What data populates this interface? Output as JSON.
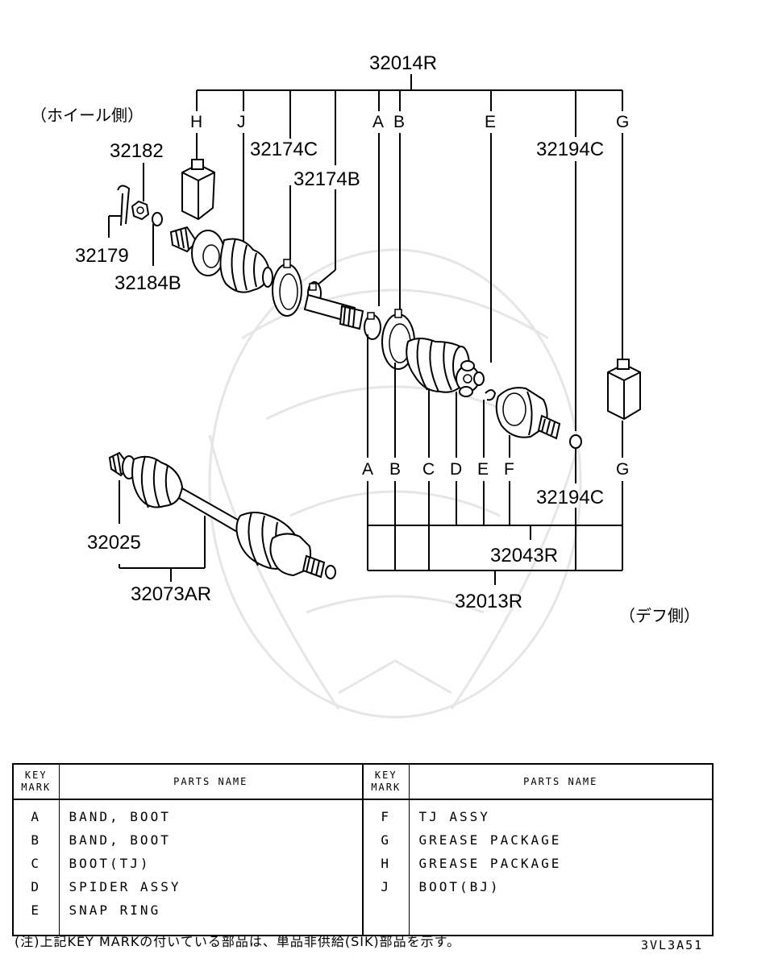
{
  "labels": {
    "assembly_top": "32014R",
    "wheel_side": "（ホイール側）",
    "diff_side": "（デフ側）",
    "p32182": "32182",
    "p32174C": "32174C",
    "p32174B": "32174B",
    "p32194C_top": "32194C",
    "p32179": "32179",
    "p32184B": "32184B",
    "p32194C_bottom": "32194C",
    "p32025": "32025",
    "p32043R": "32043R",
    "p32073AR": "32073AR",
    "p32013R": "32013R"
  },
  "key_letters_top": [
    "H",
    "J",
    "A",
    "B",
    "E",
    "G"
  ],
  "key_letters_bottom": [
    "A",
    "B",
    "C",
    "D",
    "E",
    "F",
    "G"
  ],
  "table": {
    "header_key_mark_line1": "KEY",
    "header_key_mark_line2": "MARK",
    "header_parts_name": "PARTS NAME",
    "left_rows": [
      {
        "mark": "A",
        "name": "BAND, BOOT"
      },
      {
        "mark": "B",
        "name": "BAND, BOOT"
      },
      {
        "mark": "C",
        "name": "BOOT(TJ)"
      },
      {
        "mark": "D",
        "name": "SPIDER ASSY"
      },
      {
        "mark": "E",
        "name": "SNAP RING"
      }
    ],
    "right_rows": [
      {
        "mark": "F",
        "name": "TJ ASSY"
      },
      {
        "mark": "G",
        "name": "GREASE PACKAGE"
      },
      {
        "mark": "H",
        "name": "GREASE PACKAGE"
      },
      {
        "mark": "J",
        "name": "BOOT(BJ)"
      },
      {
        "mark": "",
        "name": ""
      }
    ]
  },
  "footnote": "(注)上記KEY MARKの付いている部品は、単品非供給(SIK)部品を示す。",
  "drawing_code": "3VL3A51"
}
